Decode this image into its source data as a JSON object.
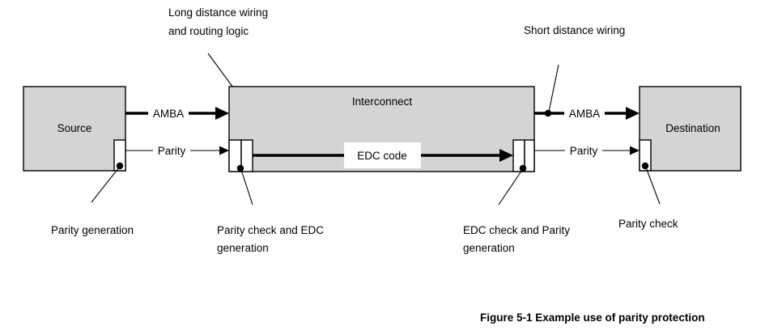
{
  "figure": {
    "caption": "Figure 5-1 Example use of parity protection",
    "colors": {
      "block_fill": "#d4d4d4",
      "sub_block_fill": "#ffffff",
      "stroke": "#000000",
      "background": "#ffffff"
    }
  },
  "blocks": {
    "source": {
      "label": "Source"
    },
    "interconnect": {
      "label": "Interconnect"
    },
    "destination": {
      "label": "Destination"
    }
  },
  "sub_blocks": {
    "source_parity_gen": {
      "label": ""
    },
    "interconnect_left_a": {
      "label": ""
    },
    "interconnect_left_b": {
      "label": ""
    },
    "interconnect_right_a": {
      "label": ""
    },
    "interconnect_right_b": {
      "label": ""
    },
    "destination_parity_check": {
      "label": ""
    }
  },
  "connections": {
    "amba_left": {
      "label": "AMBA",
      "style": "thick"
    },
    "parity_left": {
      "label": "Parity",
      "style": "thin"
    },
    "edc_code": {
      "label": "EDC code",
      "style": "thick"
    },
    "amba_right": {
      "label": "AMBA",
      "style": "thick"
    },
    "parity_right": {
      "label": "Parity",
      "style": "thin"
    }
  },
  "annotations": {
    "long_distance": {
      "line1": "Long distance wiring",
      "line2": "and routing logic"
    },
    "short_distance": {
      "line1": "Short distance wiring",
      "line2": ""
    },
    "parity_generation": {
      "line1": "Parity generation",
      "line2": ""
    },
    "parity_check_edc_gen": {
      "line1": "Parity check and EDC",
      "line2": "generation"
    },
    "edc_check_parity_gen": {
      "line1": "EDC check and Parity",
      "line2": "generation"
    },
    "parity_check": {
      "line1": "Parity check",
      "line2": ""
    }
  }
}
